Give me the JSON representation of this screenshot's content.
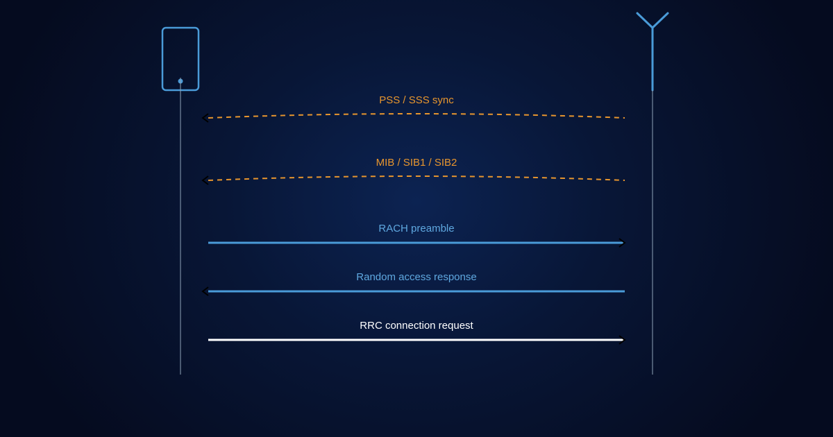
{
  "colors": {
    "background": "#050b1f",
    "device": "#4a9bd8",
    "lifeline": "#8fa3b8",
    "broadcast": "#e8962e",
    "uplink": "#4a9bd8",
    "request": "#ffffff",
    "arrowhead": "#000000"
  },
  "participants": [
    {
      "id": "ue",
      "icon": "phone-icon"
    },
    {
      "id": "enb",
      "icon": "antenna-icon"
    }
  ],
  "messages": [
    {
      "label": "PSS / SSS sync",
      "direction": "to-ue",
      "style": "dashed",
      "color": "#e8962e"
    },
    {
      "label": "MIB / SIB1 / SIB2",
      "direction": "to-ue",
      "style": "dashed",
      "color": "#e8962e"
    },
    {
      "label": "RACH preamble",
      "direction": "to-enb",
      "style": "solid",
      "color": "#4a9bd8"
    },
    {
      "label": "Random access response",
      "direction": "to-ue",
      "style": "solid",
      "color": "#4a9bd8"
    },
    {
      "label": "RRC connection request",
      "direction": "to-enb",
      "style": "solid",
      "color": "#ffffff"
    }
  ]
}
